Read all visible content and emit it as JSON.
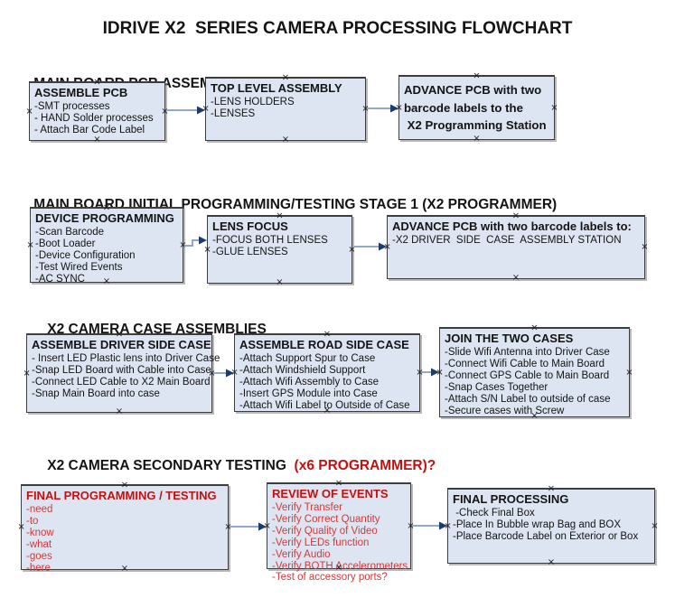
{
  "title": "IDRIVE X2  SERIES CAMERA PROCESSING FLOWCHART",
  "colors": {
    "box_fill": "#dce5f1",
    "box_border": "#3d3d3d",
    "arrow_line": "#91a8cc",
    "arrow_head": "#1b3c6e",
    "text": "#141414",
    "red_title": "#c11212",
    "red_item": "#cf3b3b",
    "handle": "#1a1a1a"
  },
  "sections": [
    {
      "heading": "MAIN BOARD PCB ASSEMBLY PROCESS",
      "boxes": [
        {
          "title": "ASSEMBLE PCB",
          "items": [
            "-SMT processes",
            "- HAND Solder processes",
            "- Attach Bar Code Label"
          ]
        },
        {
          "title": "TOP LEVEL ASSEMBLY",
          "items": [
            "-LENS HOLDERS",
            "-LENSES"
          ]
        },
        {
          "title": "",
          "items": [
            "ADVANCE PCB with two",
            "barcode labels to the",
            " X2 Programming Station"
          ]
        }
      ]
    },
    {
      "heading": "MAIN BOARD INITIAL PROGRAMMING/TESTING STAGE 1 (X2 PROGRAMMER)",
      "boxes": [
        {
          "title": "DEVICE PROGRAMMING",
          "items": [
            "-Scan Barcode",
            "-Boot Loader",
            "-Device Configuration",
            "-Test Wired Events",
            "-AC SYNC"
          ]
        },
        {
          "title": "LENS FOCUS",
          "items": [
            "-FOCUS BOTH LENSES",
            "-GLUE LENSES"
          ]
        },
        {
          "title": "ADVANCE PCB with two barcode labels to:",
          "items": [
            "-X2 DRIVER  SIDE  CASE  ASSEMBLY STATION"
          ]
        }
      ]
    },
    {
      "heading": "X2 CAMERA CASE ASSEMBLIES",
      "boxes": [
        {
          "title": "ASSEMBLE DRIVER SIDE CASE",
          "items": [
            "- Insert LED Plastic lens into Driver Case",
            "-Snap LED Board with Cable into Case",
            "-Connect LED Cable to X2 Main Board",
            "-Snap Main Board into case"
          ]
        },
        {
          "title": "ASSEMBLE ROAD SIDE CASE",
          "items": [
            "-Attach Support Spur to Case",
            "-Attach Windshield Support",
            "-Attach Wifi Assembly to Case",
            "-Insert GPS Module into Case",
            "-Attach Wifi Label to Outside of Case"
          ]
        },
        {
          "title": "JOIN THE TWO CASES",
          "items": [
            "-Slide Wifi Antenna into Driver Case",
            "-Connect Wifi Cable to Main Board",
            "-Connect GPS Cable to Main Board",
            "-Snap Cases Together",
            "-Attach S/N Label to outside of case",
            "-Secure cases with Screw"
          ]
        }
      ]
    },
    {
      "heading": "X2 CAMERA SECONDARY TESTING  ",
      "heading_red": "(x6 PROGRAMMER)?",
      "boxes": [
        {
          "title": "FINAL PROGRAMMING / TESTING",
          "items": [
            "-need",
            "-to",
            "-know",
            "-what",
            "-goes",
            "-here"
          ]
        },
        {
          "title": "REVIEW OF EVENTS",
          "items": [
            "-Verify Transfer",
            "-Verify Correct Quantity",
            "-Verify Quality of Video",
            "-Verify LEDs function",
            "-Verify Audio",
            "-Verify BOTH Accelerometers",
            "-Test of accessory ports?"
          ]
        },
        {
          "title": "FINAL PROCESSING",
          "items": [
            " -Check Final Box",
            "-Place In Bubble wrap Bag and BOX",
            "-Place Barcode Label on Exterior or Box"
          ]
        }
      ]
    }
  ]
}
